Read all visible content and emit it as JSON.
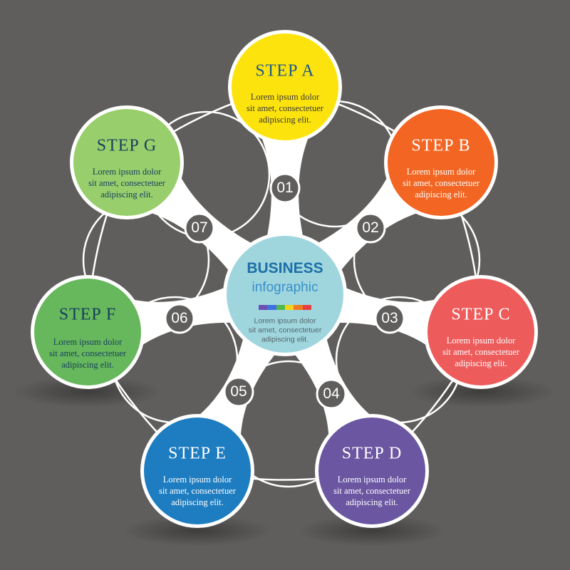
{
  "hub": {
    "title": "BUSINESS",
    "subtitle": "infographic",
    "text_lines": [
      "Lorem ipsum dolor",
      "sit amet, consectetuer",
      "adipiscing elit."
    ],
    "fill": "#9fd6de",
    "title_color": "#1e6fa6",
    "subtitle_color": "#3a8fc8",
    "text_color": "#556468",
    "colorbar": [
      "#6a4fb4",
      "#3f6fe0",
      "#50b84c",
      "#f2d21a",
      "#f07a22",
      "#e84040"
    ]
  },
  "steps": [
    {
      "id": "a",
      "title": "STEP  A",
      "number": "01",
      "fill": "#fde30e",
      "title_color": "#1f5a88",
      "text_color": "#3a3a3a",
      "lines": [
        "Lorem ipsum dolor",
        "sit amet, consectetuer",
        "adipiscing elit."
      ]
    },
    {
      "id": "b",
      "title": "STEP  B",
      "number": "02",
      "fill": "#f26522",
      "title_color": "#ffffff",
      "text_color": "#ffffff",
      "lines": [
        "Lorem ipsum dolor",
        "sit amet, consectetuer",
        "adipiscing elit."
      ]
    },
    {
      "id": "c",
      "title": "STEP  C",
      "number": "03",
      "fill": "#ee5b5b",
      "title_color": "#ffffff",
      "text_color": "#ffffff",
      "lines": [
        "Lorem ipsum dolor",
        "sit amet, consectetuer",
        "adipiscing elit."
      ]
    },
    {
      "id": "d",
      "title": "STEP  D",
      "number": "04",
      "fill": "#6a56a1",
      "title_color": "#ffffff",
      "text_color": "#ffffff",
      "lines": [
        "Lorem ipsum dolor",
        "sit amet, consectetuer",
        "adipiscing elit."
      ]
    },
    {
      "id": "e",
      "title": "STEP  E",
      "number": "05",
      "fill": "#1e7dc0",
      "title_color": "#ffffff",
      "text_color": "#ffffff",
      "lines": [
        "Lorem ipsum dolor",
        "sit amet, consectetuer",
        "adipiscing elit."
      ]
    },
    {
      "id": "f",
      "title": "STEP  F",
      "number": "06",
      "fill": "#67b85c",
      "title_color": "#173e5e",
      "text_color": "#173e5e",
      "lines": [
        "Lorem ipsum dolor",
        "sit amet, consectetuer",
        "adipiscing elit."
      ]
    },
    {
      "id": "g",
      "title": "STEP  G",
      "number": "07",
      "fill": "#98cf6c",
      "title_color": "#173e5e",
      "text_color": "#173e5e",
      "lines": [
        "Lorem ipsum dolor",
        "sit amet, consectetuer",
        "adipiscing elit."
      ]
    }
  ],
  "colors": {
    "background": "#5f5e5c",
    "connector": "#ffffff",
    "number_badge": "#5f5e5c"
  }
}
